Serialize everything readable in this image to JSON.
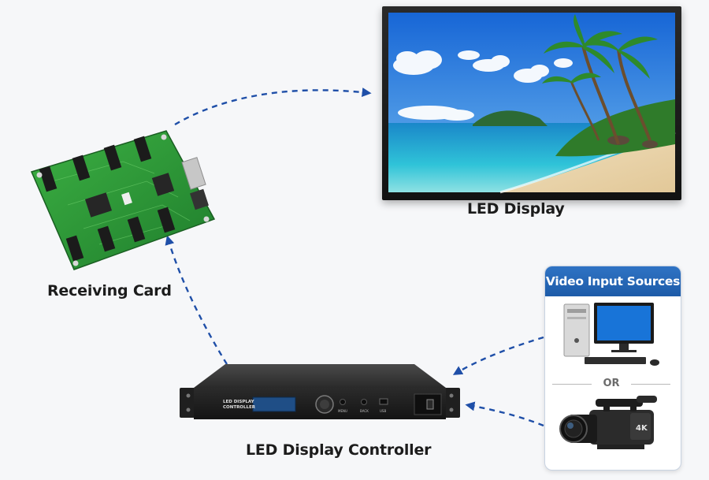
{
  "labels": {
    "led_display": "LED Display",
    "receiving_card": "Receiving Card",
    "controller": "LED Display Controller"
  },
  "video_input": {
    "title": "Video Input Sources",
    "separator": "OR"
  },
  "controller_panel": {
    "brand_line1": "LED DISPLAY",
    "brand_line2": "CONTROLLER",
    "btn1": "MENU",
    "btn2": "BACK",
    "btn3": "USB"
  },
  "camera_badge": "4K",
  "colors": {
    "arrow": "#1f4fa8",
    "header": "#2a6bbf",
    "pcb": "#2e9e3a"
  }
}
